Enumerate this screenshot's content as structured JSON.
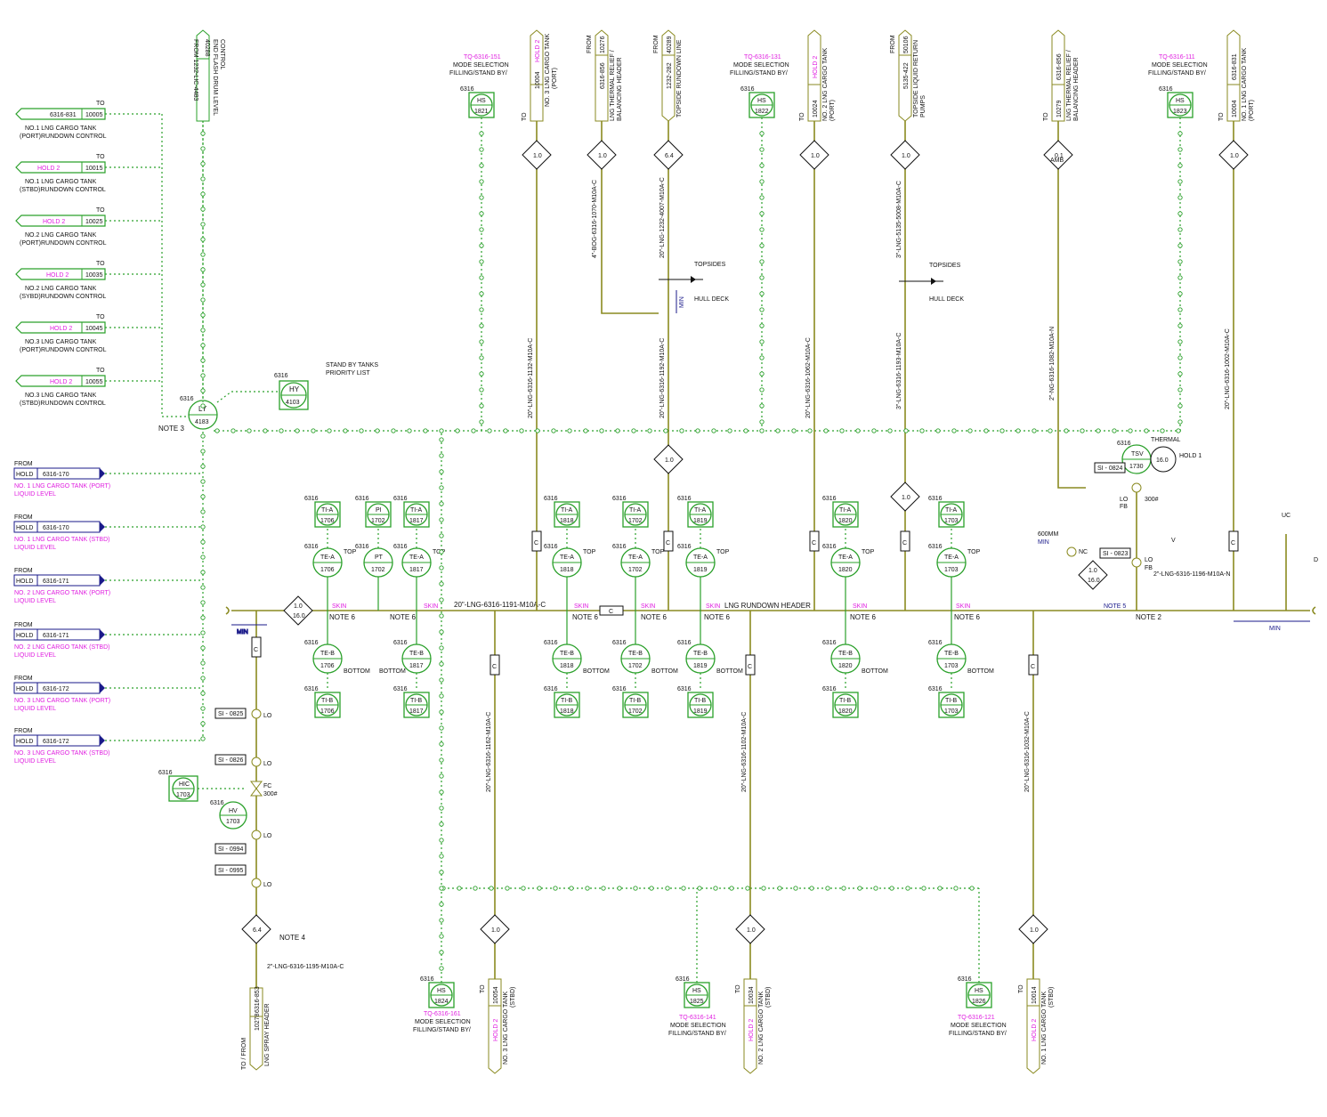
{
  "header_label": "LNG RUNDOWN HEADER",
  "header_line": "20\"-LNG-6316-1191-M10A-C",
  "left_outputs": [
    {
      "tag": "6316-831",
      "num": "10005",
      "to": "TO",
      "line1": "NO.1 LNG CARGO TANK",
      "line2": "(PORT)RUNDOWN CONTROL"
    },
    {
      "tag": "HOLD 2",
      "num": "10015",
      "to": "TO",
      "line1": "NO.1 LNG CARGO TANK",
      "line2": "(STBD)RUNDOWN CONTROL"
    },
    {
      "tag": "HOLD 2",
      "num": "10025",
      "to": "TO",
      "line1": "NO.2 LNG CARGO TANK",
      "line2": "(PORT)RUNDOWN CONTROL"
    },
    {
      "tag": "HOLD 2",
      "num": "10035",
      "to": "TO",
      "line1": "NO.2 LNG CARGO TANK",
      "line2": "(SYBD)RUNDOWN CONTROL"
    },
    {
      "tag": "HOLD 2",
      "num": "10045",
      "to": "TO",
      "line1": "NO.3 LNG CARGO TANK",
      "line2": "(PORT)RUNDOWN CONTROL"
    },
    {
      "tag": "HOLD 2",
      "num": "10055",
      "to": "TO",
      "line1": "NO.3 LNG CARGO TANK",
      "line2": "(STBD)RUNDOWN CONTROL"
    }
  ],
  "left_inputs": [
    {
      "from": "FROM",
      "hold": "HOLD",
      "tag": "6316-170",
      "line1": "NO. 1 LNG CARGO TANK (PORT)",
      "line2": "LIQUID LEVEL"
    },
    {
      "from": "FROM",
      "hold": "HOLD",
      "tag": "6316-170",
      "line1": "NO. 1 LNG CARGO TANK (STBD)",
      "line2": "LIQUID LEVEL"
    },
    {
      "from": "FROM",
      "hold": "HOLD",
      "tag": "6316-171",
      "line1": "NO. 2 LNG CARGO TANK (PORT)",
      "line2": "LIQUID LEVEL"
    },
    {
      "from": "FROM",
      "hold": "HOLD",
      "tag": "6316-171",
      "line1": "NO. 2 LNG CARGO TANK (STBD)",
      "line2": "LIQUID LEVEL"
    },
    {
      "from": "FROM",
      "hold": "HOLD",
      "tag": "6316-172",
      "line1": "NO. 3 LNG CARGO TANK (PORT)",
      "line2": "LIQUID LEVEL"
    },
    {
      "from": "FROM",
      "hold": "HOLD",
      "tag": "6316-172",
      "line1": "NO. 3 LNG CARGO TANK (STBD)",
      "line2": "LIQUID LEVEL"
    }
  ],
  "top_connectors": [
    {
      "a": "40288",
      "b": "FROM 1232-LIC-4483",
      "c": "END FLASH DRUM LEVEL",
      "d": "CONTROL"
    },
    {
      "a": "10004",
      "b": "HOLD 2",
      "c": "NO. 3 LNG CARGO TANK",
      "d": "(PORT)",
      "to": "TO"
    },
    {
      "a": "10276",
      "b": "6316-856",
      "c": "LNG THERMAL RELIEF /",
      "d": "BALANCING HEADER",
      "to": "FROM"
    },
    {
      "a": "40289",
      "b": "1232-282",
      "c": "TOPSIDE RUNDOWN LINE",
      "d": "",
      "to": "FROM"
    },
    {
      "a": "10024",
      "b": "HOLD 2",
      "c": "NO. 2 LNG CARGO TANK",
      "d": "(PORT)",
      "to": "TO"
    },
    {
      "a": "50106",
      "b": "5135-422",
      "c": "TOPSIDE LIQUID RETURN",
      "d": "PUMPS",
      "to": "FROM"
    },
    {
      "a": "10279",
      "b": "6316-856",
      "c": "LNG THERMAL RELIEF /",
      "d": "BALANCING HEADER",
      "to": "TO"
    },
    {
      "a": "10004",
      "b": "6316-831",
      "c": "NO. 1 LNG CARGO TANK",
      "d": "(PORT)",
      "to": "TO"
    }
  ],
  "bottom_connectors": [
    {
      "a": "10278",
      "b": "6316-853",
      "c": "LNG SPRAY HEADER",
      "to": "TO / FROM"
    },
    {
      "a": "10054",
      "b": "HOLD 2",
      "c": "NO. 3 LNG CARGO TANK",
      "d": "(STBD)",
      "to": "TO"
    },
    {
      "a": "10034",
      "b": "HOLD 2",
      "c": "NO. 2 LNG CARGO TANK",
      "d": "(STBD)",
      "to": "TO"
    },
    {
      "a": "10014",
      "b": "HOLD 2",
      "c": "NO. 1 LNG CARGO TANK",
      "d": "(STBD)",
      "to": "TO"
    }
  ],
  "mode_selectors": [
    {
      "tq": "TQ-6316-151",
      "t1": "MODE SELECTION",
      "t2": "FILLING/STAND BY/",
      "hs": "HS",
      "num": "1821",
      "unit": "6316"
    },
    {
      "tq": "TQ-6316-131",
      "t1": "MODE SELECTION",
      "t2": "FILLING/STAND BY/",
      "hs": "HS",
      "num": "1822",
      "unit": "6316"
    },
    {
      "tq": "TQ-6316-111",
      "t1": "MODE SELECTION",
      "t2": "FILLING/STAND BY/",
      "hs": "HS",
      "num": "1823",
      "unit": "6316"
    },
    {
      "tq": "TQ-6316-161",
      "t1": "MODE SELECTION",
      "t2": "FILLING/STAND BY/",
      "hs": "HS",
      "num": "1824",
      "unit": "6316"
    },
    {
      "tq": "TQ-6316-141",
      "t1": "MODE SELECTION",
      "t2": "FILLING/STAND BY/",
      "hs": "HS",
      "num": "1825",
      "unit": "6316"
    },
    {
      "tq": "TQ-6316-121",
      "t1": "MODE SELECTION",
      "t2": "FILLING/STAND BY/",
      "hs": "HS",
      "num": "1826",
      "unit": "6316"
    }
  ],
  "vertical_lines": [
    "20\"-LNG-6316-1132-M10A-C",
    "4\"-BOG-6316-1070-M10A-C",
    "20\"-LNG-1232-4007-M10A-C",
    "20\"-LNG-6316-1192-M10A-C",
    "20\"-LNG-6316-1062-M10A-C",
    "3\"-LNG-5135-5008-M10A-C",
    "3\"-LNG-6316-1193-M10A-C",
    "2\"-NG-6316-1082-M10A-N",
    "20\"-LNG-6316-1002-M10A-C",
    "20\"-LNG-6316-1162-M10A-C",
    "20\"-LNG-6316-1102-M10A-C",
    "20\"-LNG-6316-1032-M10A-C",
    "2\"-LNG-6316-1195-M10A-C",
    "2\"-LNG-6316-1196-M10A-N"
  ],
  "temp_sets": [
    {
      "ta": "1706",
      "te_a": "1706",
      "te_b": "1706",
      "tb": "1706"
    },
    {
      "ta": "1817",
      "te_a": "1817",
      "te_b": "1817",
      "tb": "1817"
    },
    {
      "ta": "1818",
      "te_a": "1818",
      "te_b": "1818",
      "tb": "1818"
    },
    {
      "ta": "1702",
      "te_a": "1702",
      "te_b": "1702",
      "tb": "1702"
    },
    {
      "ta": "1819",
      "te_a": "1819",
      "te_b": "1819",
      "tb": "1819"
    },
    {
      "ta": "1820",
      "te_a": "1820",
      "te_b": "1820",
      "tb": "1820"
    },
    {
      "ta": "1703",
      "te_a": "1703",
      "te_b": "1703",
      "tb": "1703"
    }
  ],
  "pressure": {
    "pi": "1702",
    "pt": "1702"
  },
  "misc": {
    "ly": "LY",
    "ly_num": "4183",
    "hy": "HY",
    "hy_num": "4103",
    "standby1": "STAND BY TANKS",
    "standby2": "PRIORITY LIST",
    "hic": "HIC",
    "hic_num": "1703",
    "hv": "HV",
    "hv_num": "1703",
    "tsv": "TSV",
    "tsv_num": "1730",
    "tsv_set": "16.0",
    "thermal": "THERMAL",
    "hold1": "HOLD 1",
    "topsides": "TOPSIDES",
    "hull": "HULL DECK",
    "note2": "NOTE 2",
    "note3": "NOTE 3",
    "note4": "NOTE 4",
    "note5": "NOTE 5",
    "note6": "NOTE 6",
    "skin": "SKIN",
    "top": "TOP",
    "bottom": "BOTTOM",
    "min": "MIN",
    "mm600": "600MM",
    "si": [
      "SI - 0825",
      "SI - 0826",
      "SI - 0994",
      "SI - 0995",
      "SI - 0824",
      "SI - 0823"
    ],
    "lo": "LO",
    "fc": "FC",
    "nc": "NC",
    "fb": "FB",
    "uc": "UC",
    "amb": "AMB",
    "c": "C",
    "d": "D",
    "v": "V",
    "rating": "300#",
    "unit": "6316"
  },
  "colors": {
    "pipe": "#8a8a20",
    "signal": "#2aa02a",
    "highlight": "#e020e0",
    "dimension": "#1a1a8a"
  }
}
